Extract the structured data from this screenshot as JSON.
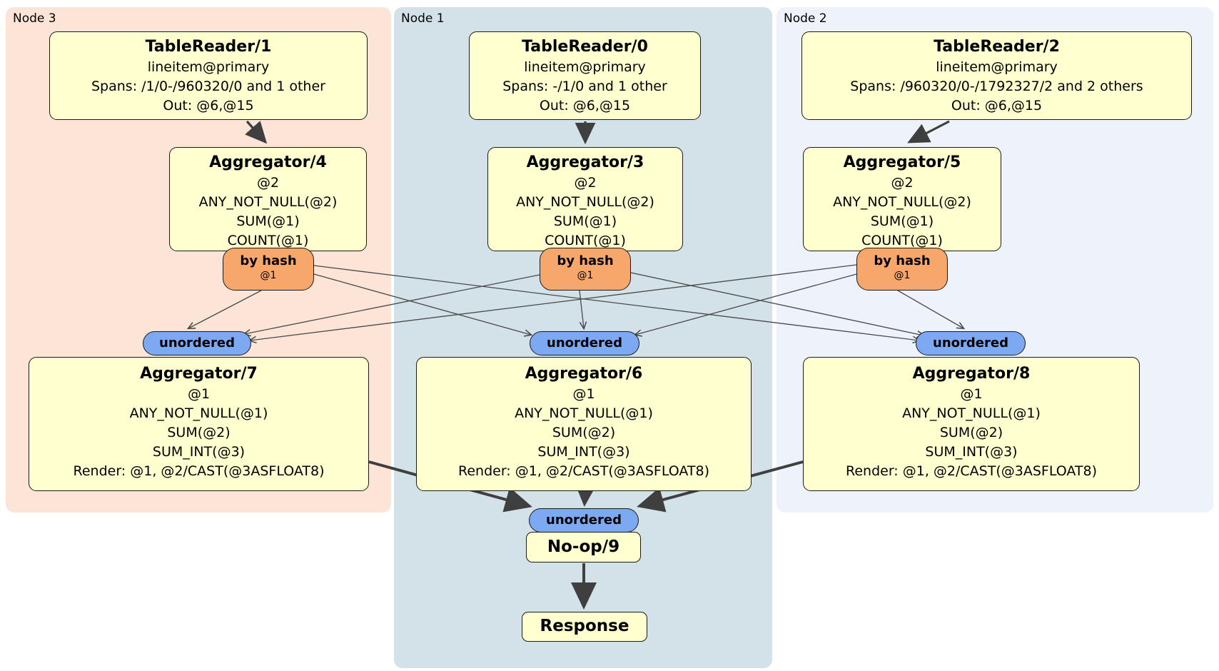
{
  "nodes": [
    {
      "label": "Node 3",
      "table_reader": {
        "title": "TableReader/1",
        "index": "lineitem@primary",
        "spans": "Spans: /1/0-/960320/0 and 1 other",
        "out": "Out: @6,@15"
      },
      "agg_top": {
        "title": "Aggregator/4",
        "lines": [
          "@2",
          "ANY_NOT_NULL(@2)",
          "SUM(@1)",
          "COUNT(@1)"
        ]
      },
      "router": {
        "label": "by hash",
        "key": "@1"
      },
      "sync_label": "unordered",
      "agg_bottom": {
        "title": "Aggregator/7",
        "lines": [
          "@1",
          "ANY_NOT_NULL(@1)",
          "SUM(@2)",
          "SUM_INT(@3)",
          "Render: @1, @2/CAST(@3ASFLOAT8)"
        ]
      }
    },
    {
      "label": "Node 1",
      "table_reader": {
        "title": "TableReader/0",
        "index": "lineitem@primary",
        "spans": "Spans: -/1/0 and 1 other",
        "out": "Out: @6,@15"
      },
      "agg_top": {
        "title": "Aggregator/3",
        "lines": [
          "@2",
          "ANY_NOT_NULL(@2)",
          "SUM(@1)",
          "COUNT(@1)"
        ]
      },
      "router": {
        "label": "by hash",
        "key": "@1"
      },
      "sync_label": "unordered",
      "agg_bottom": {
        "title": "Aggregator/6",
        "lines": [
          "@1",
          "ANY_NOT_NULL(@1)",
          "SUM(@2)",
          "SUM_INT(@3)",
          "Render: @1, @2/CAST(@3ASFLOAT8)"
        ]
      }
    },
    {
      "label": "Node 2",
      "table_reader": {
        "title": "TableReader/2",
        "index": "lineitem@primary",
        "spans": "Spans: /960320/0-/1792327/2 and 2 others",
        "out": "Out: @6,@15"
      },
      "agg_top": {
        "title": "Aggregator/5",
        "lines": [
          "@2",
          "ANY_NOT_NULL(@2)",
          "SUM(@1)",
          "COUNT(@1)"
        ]
      },
      "router": {
        "label": "by hash",
        "key": "@1"
      },
      "sync_label": "unordered",
      "agg_bottom": {
        "title": "Aggregator/8",
        "lines": [
          "@1",
          "ANY_NOT_NULL(@1)",
          "SUM(@2)",
          "SUM_INT(@3)",
          "Render: @1, @2/CAST(@3ASFLOAT8)"
        ]
      }
    }
  ],
  "final": {
    "sync_label": "unordered",
    "noop_title": "No-op/9",
    "response_title": "Response"
  },
  "colors": {
    "node3_bg": "#fce4d6",
    "node1_bg": "#d3e1e9",
    "node2_bg": "#edf2fb",
    "box_fill": "#ffffd0",
    "router_fill": "#f7a76c",
    "sync_fill": "#7ca9f2",
    "border": "#1a1a1a",
    "edge": "#3f3f3f",
    "thin_edge": "#4a4a4a"
  }
}
